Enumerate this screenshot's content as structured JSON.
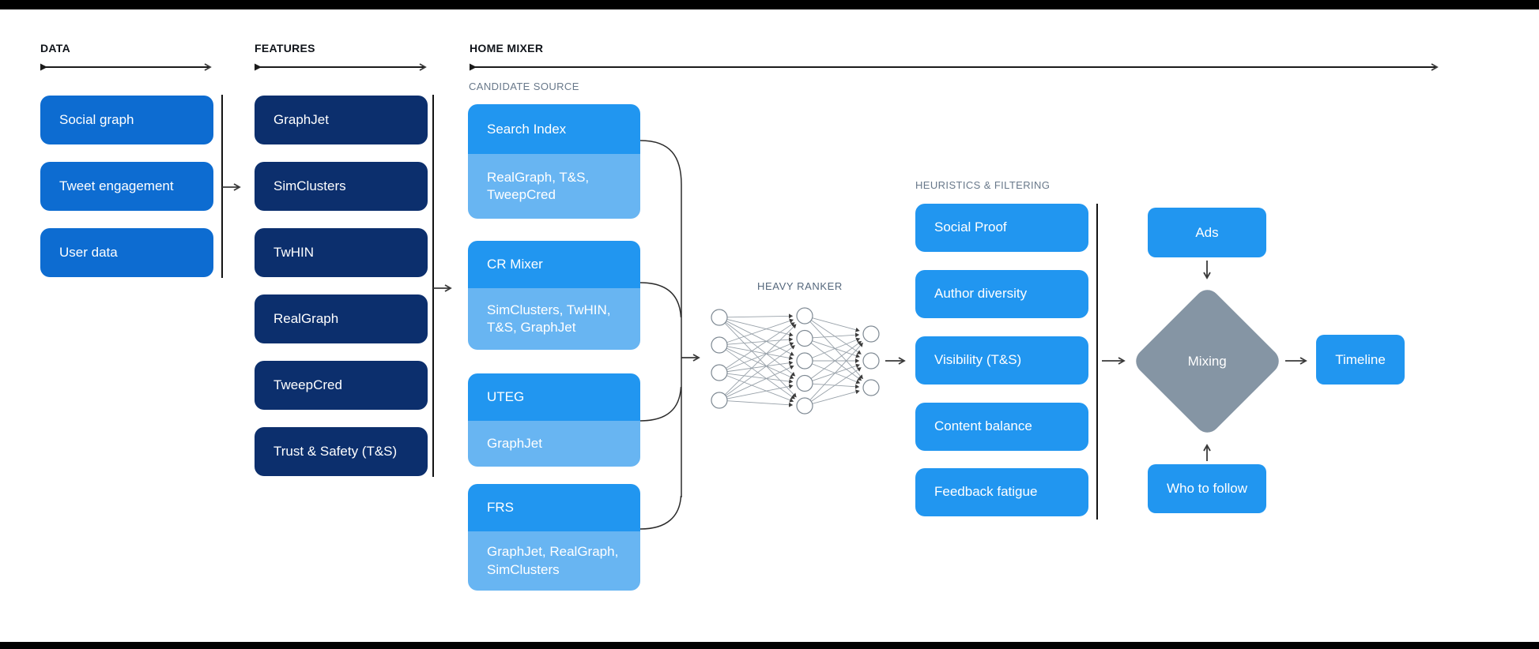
{
  "colors": {
    "data_box": "#0d6cd1",
    "feature_box": "#0c2f6d",
    "bright_blue": "#2196f0",
    "light_blue": "#68b5f2",
    "diamond_gray": "#8595a4",
    "header_text": "#10141a",
    "sub_label_gray": "#68788a",
    "ranker_label": "#54677c",
    "letterbox": "#000000"
  },
  "sections": {
    "data": {
      "label": "DATA",
      "items": [
        "Social graph",
        "Tweet engagement",
        "User data"
      ]
    },
    "features": {
      "label": "FEATURES",
      "items": [
        "GraphJet",
        "SimClusters",
        "TwHIN",
        "RealGraph",
        "TweepCred",
        "Trust & Safety (T&S)"
      ]
    },
    "home_mixer": {
      "label": "HOME MIXER"
    },
    "candidate_source": {
      "label": "CANDIDATE SOURCE",
      "items": [
        {
          "title": "Search Index",
          "sub": "RealGraph, T&S,\nTweepCred"
        },
        {
          "title": "CR Mixer",
          "sub": "SimClusters, TwHIN,\nT&S, GraphJet"
        },
        {
          "title": "UTEG",
          "sub": "GraphJet"
        },
        {
          "title": "FRS",
          "sub": "GraphJet, RealGraph,\nSimClusters"
        }
      ]
    },
    "heavy_ranker": {
      "label": "HEAVY RANKER",
      "layers": [
        4,
        5,
        3
      ]
    },
    "heuristics": {
      "label": "HEURISTICS & FILTERING",
      "items": [
        "Social Proof",
        "Author diversity",
        "Visibility (T&S)",
        "Content balance",
        "Feedback fatigue"
      ]
    },
    "mixing": {
      "ads": "Ads",
      "diamond": "Mixing",
      "who_to_follow": "Who to follow",
      "timeline": "Timeline"
    }
  }
}
